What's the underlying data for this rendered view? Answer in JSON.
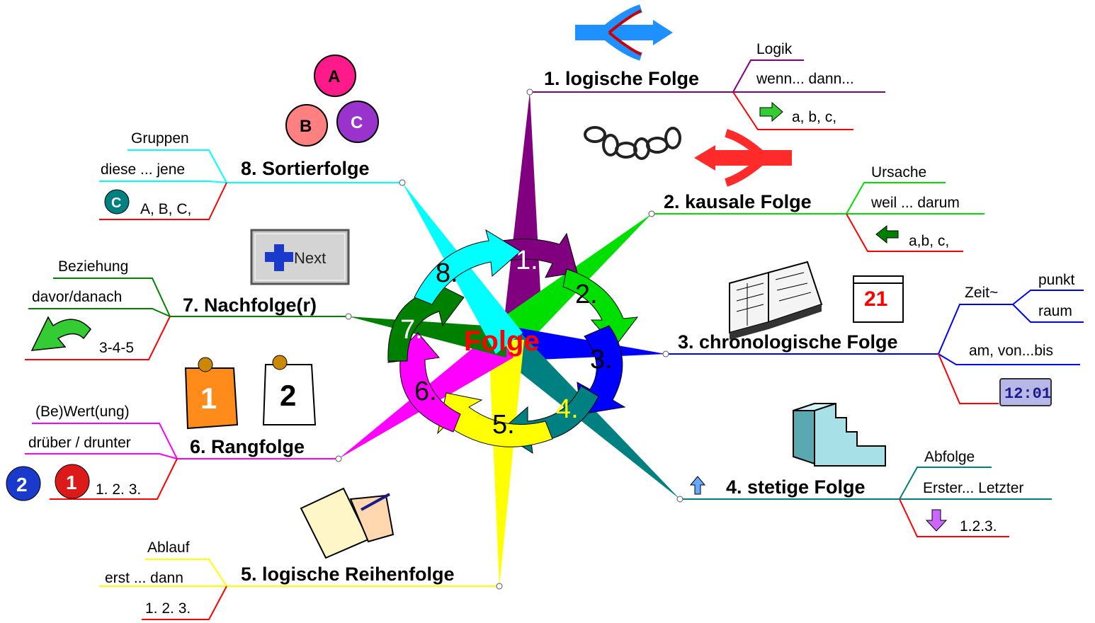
{
  "center": {
    "label": "Folge"
  },
  "ring_numbers": [
    "1.",
    "2.",
    "3.",
    "4.",
    "5.",
    "6.",
    "7.",
    "8."
  ],
  "colors": {
    "b1": "#800080",
    "b2": "#00e000",
    "b3": "#0000ff",
    "b4": "#008080",
    "b5": "#ffff00",
    "b6": "#ff00ff",
    "b7": "#008000",
    "b8": "#00ffff",
    "underline": "#ff0000",
    "center_text": "#ff0000"
  },
  "branches": [
    {
      "id": 1,
      "label": "1.  logische Folge",
      "subs": [
        "Logik",
        "wenn... dann...",
        "a, b, c,"
      ]
    },
    {
      "id": 2,
      "label": "2.  kausale Folge",
      "subs": [
        "Ursache",
        "weil ... darum",
        "a,b, c,"
      ]
    },
    {
      "id": 3,
      "label": "3.  chronologische Folge",
      "subs": [
        "Zeit~",
        "punkt",
        "raum",
        "am,  von...bis"
      ],
      "clock": "12:01",
      "calendar": "21"
    },
    {
      "id": 4,
      "label": "4.  stetige Folge",
      "subs": [
        "Abfolge",
        "Erster... Letzter",
        "1.2.3."
      ]
    },
    {
      "id": 5,
      "label": "5.  logische Reihenfolge",
      "subs": [
        "Ablauf",
        "erst ... dann",
        "1. 2. 3."
      ]
    },
    {
      "id": 6,
      "label": "6.  Rangfolge",
      "subs": [
        "(Be)Wert(ung)",
        "drüber / drunter",
        "1. 2. 3."
      ],
      "badges": [
        "2",
        "1"
      ],
      "cards": [
        "1",
        "2"
      ]
    },
    {
      "id": 7,
      "label": "7.  Nachfolge(r)",
      "subs": [
        "Beziehung",
        "davor/danach",
        "3-4-5"
      ],
      "button": "Next"
    },
    {
      "id": 8,
      "label": "8.  Sortierfolge",
      "subs": [
        "Gruppen",
        "diese ... jene",
        "A, B, C,"
      ],
      "circles": [
        "A",
        "B",
        "C"
      ],
      "badge": "C"
    }
  ]
}
